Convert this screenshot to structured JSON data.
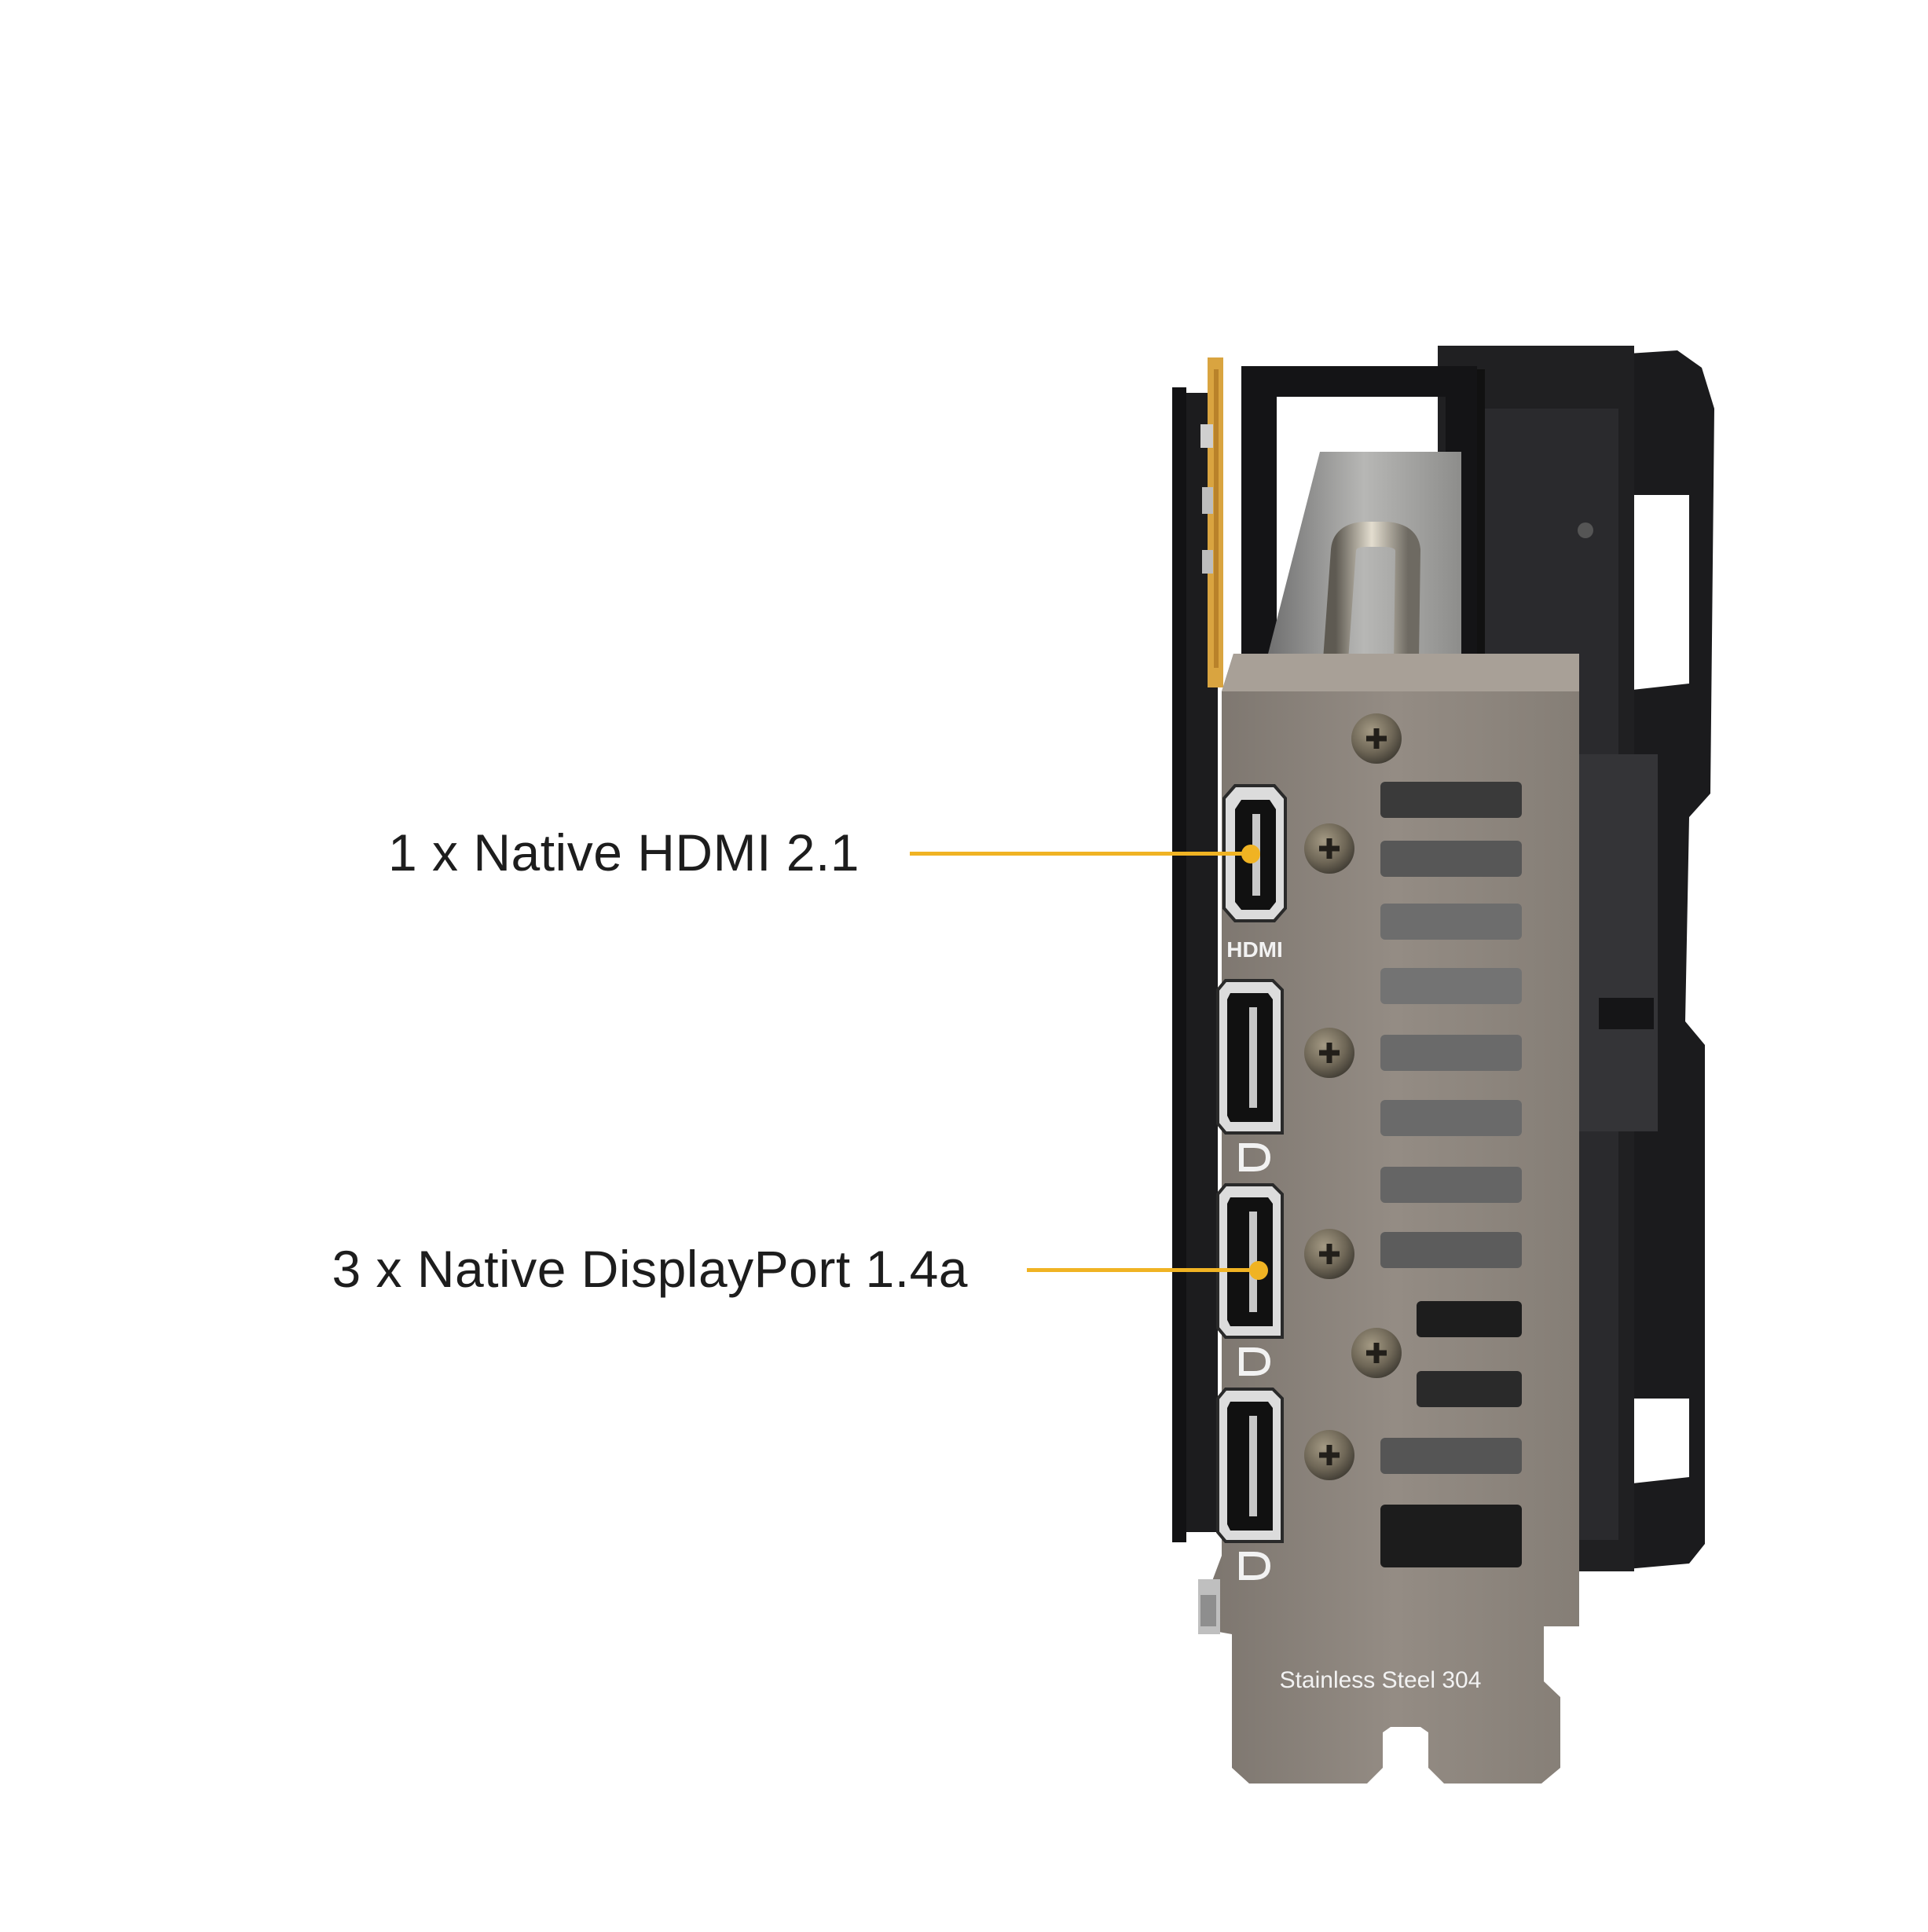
{
  "callouts": {
    "hdmi": "1 x Native HDMI 2.1",
    "displayport": "3 x Native DisplayPort 1.4a"
  },
  "bracket": {
    "port_label_hdmi": "HDMI",
    "material_label": "Stainless Steel 304"
  },
  "colors": {
    "accent": "#f0b323",
    "bracket": "#8b837b",
    "shroud": "#1b1b1d",
    "pcb_edge": "#d9a440"
  }
}
